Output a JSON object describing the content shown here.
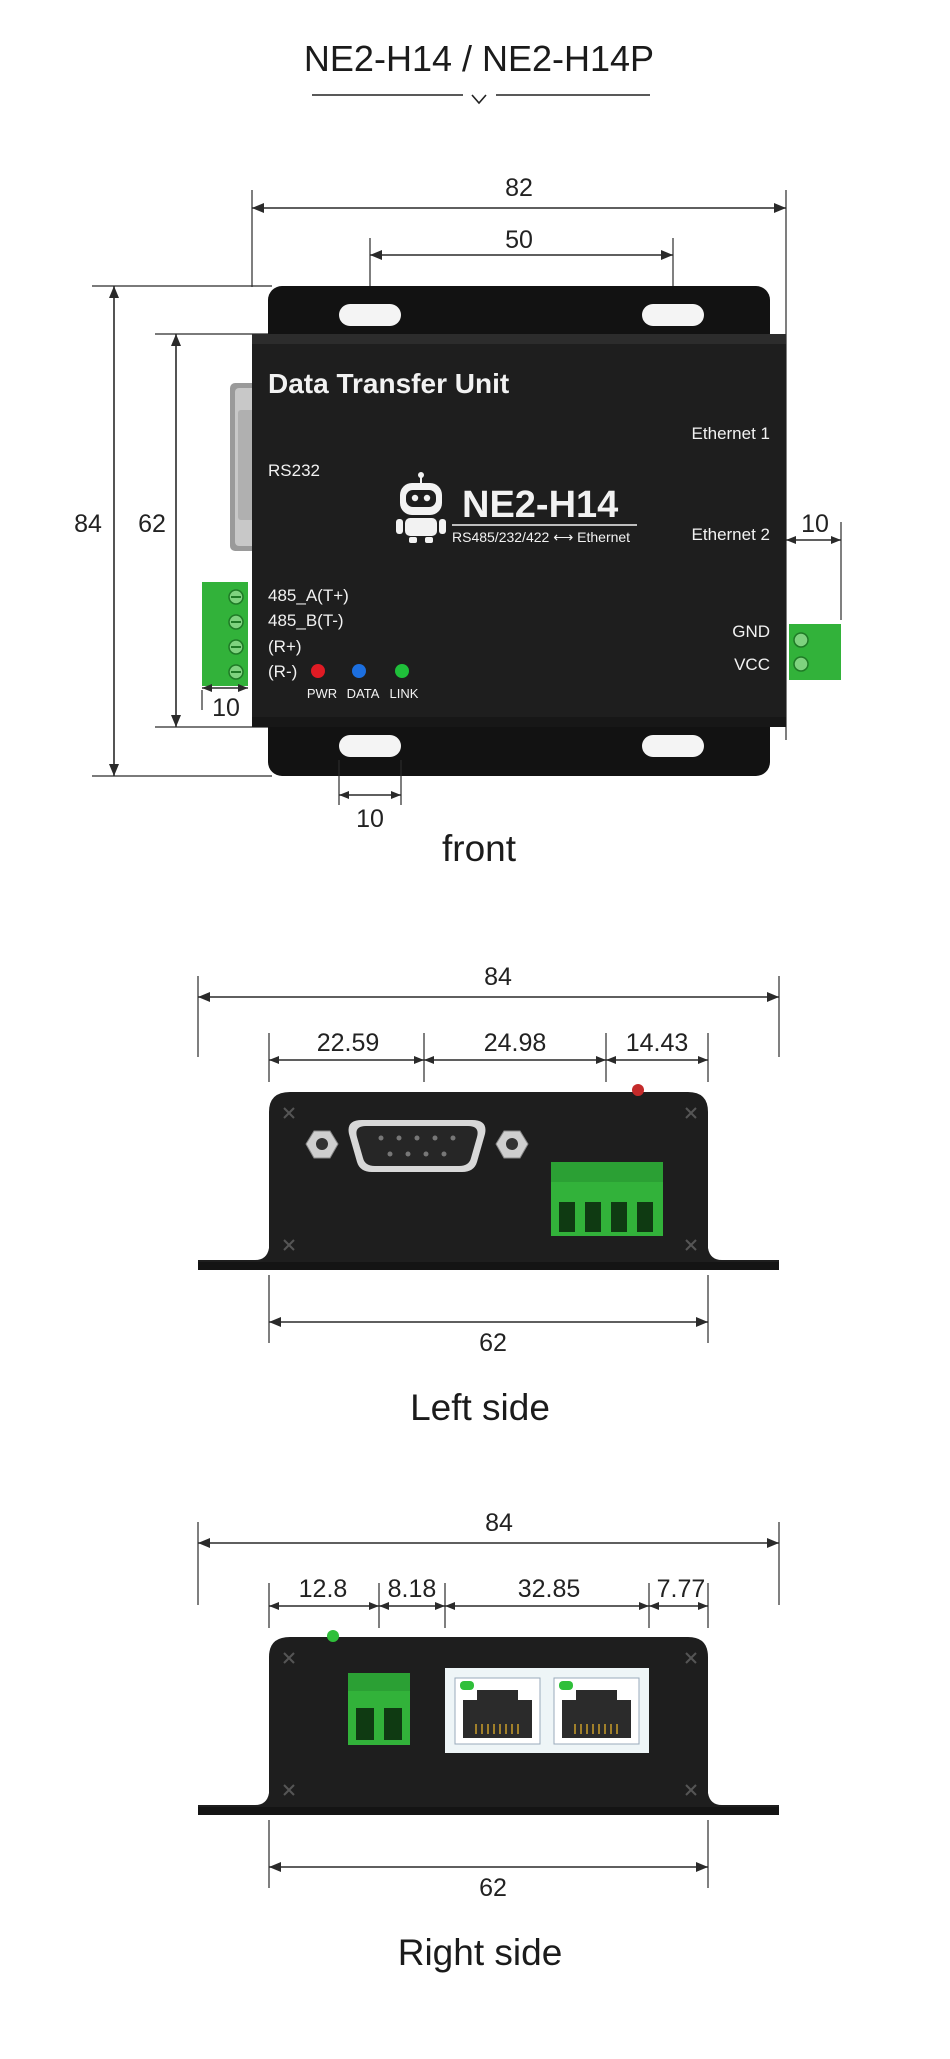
{
  "title": "NE2-H14 / NE2-H14P",
  "front": {
    "caption": "front",
    "product_label": "Data Transfer Unit",
    "model": "NE2-H14",
    "model_sub": "RS485/232/422 ⟷ Ethernet",
    "ports": {
      "rs232": "RS232",
      "ethernet1": "Ethernet 1",
      "ethernet2": "Ethernet 2",
      "gnd": "GND",
      "vcc": "VCC",
      "terminals": [
        "485_A(T+)",
        "485_B(T-)",
        "(R+)",
        "(R-)"
      ]
    },
    "leds": [
      {
        "label": "PWR",
        "color": "#e01b24"
      },
      {
        "label": "DATA",
        "color": "#1c6fe0"
      },
      {
        "label": "LINK",
        "color": "#1fbf3a"
      }
    ],
    "dims": {
      "width": "82",
      "hole_spacing": "50",
      "height": "84",
      "body_height": "62",
      "terminal_depth_left": "10",
      "terminal_depth_right": "10",
      "hole_width": "10"
    }
  },
  "left_side": {
    "caption": "Left side",
    "dims": {
      "overall": "84",
      "seg1": "22.59",
      "seg2": "24.98",
      "seg3": "14.43",
      "body": "62"
    }
  },
  "right_side": {
    "caption": "Right side",
    "dims": {
      "overall": "84",
      "seg1": "12.8",
      "seg2": "8.18",
      "seg3": "32.85",
      "seg4": "7.77",
      "body": "62"
    }
  },
  "colors": {
    "device_body": "#1e1e1e",
    "terminal_green": "#32b23a",
    "dimension_line": "#2a2a2a"
  }
}
